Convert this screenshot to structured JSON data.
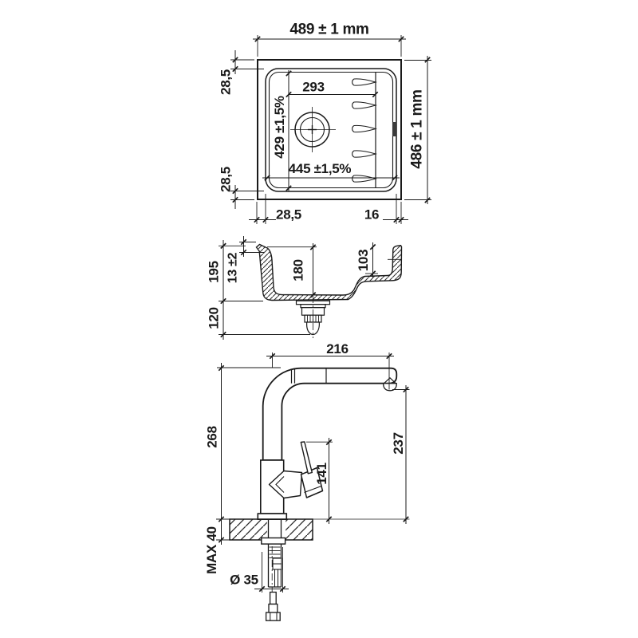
{
  "drawing": {
    "type": "sink-and-faucet-dimension-drawing",
    "units": "mm",
    "line_color": "#1a1a1a",
    "background": "#ffffff"
  },
  "top_view": {
    "overall_width": "489 ± 1 mm",
    "overall_depth": "486 ± 1 mm",
    "rim_top": "28,5",
    "rim_bottom": "28,5",
    "bowl_width": "293",
    "bowl_length_inner": "429 ±1,5%",
    "bowl_length_outer": "445 ±1,5%",
    "offset_bottom_left": "28,5",
    "offset_bottom_right": "16"
  },
  "section_view": {
    "total_height": "195",
    "rim_height": "13 ±2",
    "bowl_depth": "180",
    "ledge_depth": "103",
    "drain_clearance": "120"
  },
  "faucet_view": {
    "spout_reach": "216",
    "total_height": "268",
    "spout_height": "237",
    "lever_height": "141",
    "max_counter_thickness": "MAX 40",
    "hole_diameter": "Ø 35"
  }
}
